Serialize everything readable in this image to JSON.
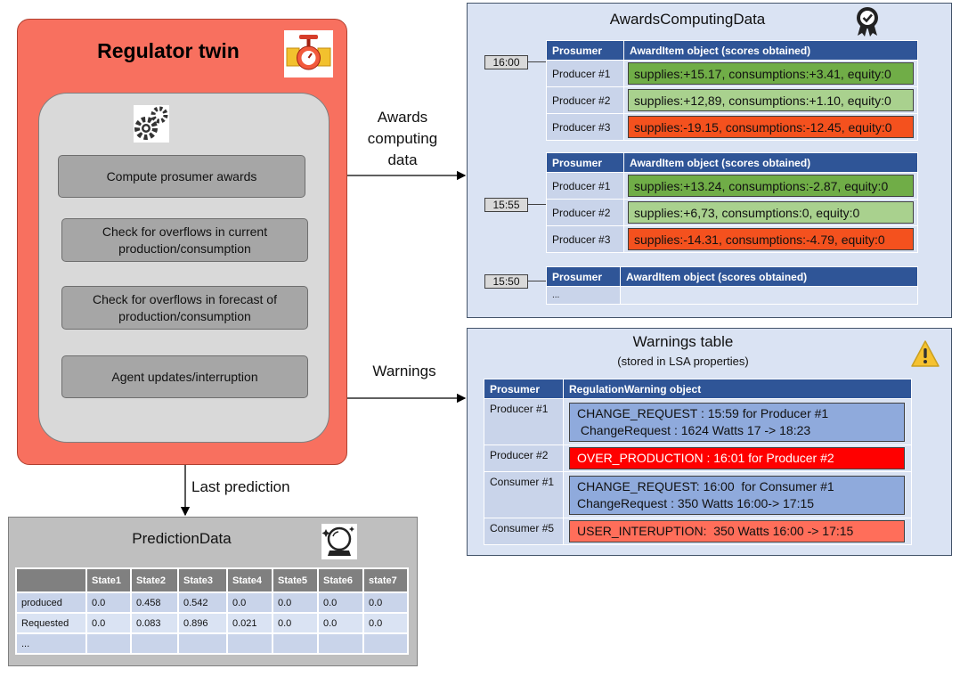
{
  "regulator": {
    "title": "Regulator twin",
    "tasks": [
      "Compute prosumer awards",
      "Check for overflows in current production/consumption",
      "Check for overflows in forecast of production/consumption",
      "Agent updates/interruption"
    ]
  },
  "connections": {
    "awards_label": "Awards computing data",
    "warnings_label": "Warnings",
    "prediction_label": "Last prediction"
  },
  "awards": {
    "title": "AwardsComputingData",
    "col_prosumer": "Prosumer",
    "col_award": "AwardItem object  (scores obtained)",
    "groups": [
      {
        "time": "16:00",
        "rows": [
          {
            "prosumer": "Producer #1",
            "value": "supplies:+15.17, consumptions:+3.41, equity:0",
            "color": "#70ad47"
          },
          {
            "prosumer": "Producer #2",
            "value": "supplies:+12,89, consumptions:+1.10, equity:0",
            "color": "#a9d18e"
          },
          {
            "prosumer": "Producer #3",
            "value": "supplies:-19.15, consumptions:-12.45, equity:0",
            "color": "#f4511e"
          }
        ]
      },
      {
        "time": "15:55",
        "rows": [
          {
            "prosumer": "Producer #1",
            "value": "supplies:+13.24, consumptions:-2.87, equity:0",
            "color": "#70ad47"
          },
          {
            "prosumer": "Producer #2",
            "value": "supplies:+6,73, consumptions:0, equity:0",
            "color": "#a9d18e"
          },
          {
            "prosumer": "Producer #3",
            "value": "supplies:-14.31, consumptions:-4.79, equity:0",
            "color": "#f4511e"
          }
        ]
      },
      {
        "time": "15:50",
        "rows": [
          {
            "prosumer": "...",
            "value": ""
          }
        ]
      }
    ]
  },
  "warnings": {
    "title": "Warnings table",
    "subtitle": "(stored in LSA properties)",
    "col_prosumer": "Prosumer",
    "col_warning": "RegulationWarning object",
    "rows": [
      {
        "prosumer": "Producer #1",
        "line1": "CHANGE_REQUEST : 15:59 for Producer #1",
        "line2": " ChangeRequest : 1624 Watts 17 -> 18:23",
        "color": "#8faadc"
      },
      {
        "prosumer": "Producer #2",
        "line1": "OVER_PRODUCTION : 16:01 for Producer #2",
        "line2": "",
        "color": "#ff0000"
      },
      {
        "prosumer": "Consumer #1",
        "line1": "CHANGE_REQUEST: 16:00  for Consumer #1",
        "line2": "ChangeRequest : 350 Watts 16:00-> 17:15",
        "color": "#8faadc"
      },
      {
        "prosumer": "Consumer #5",
        "line1": "USER_INTERUPTION:  350 Watts 16:00 -> 17:15",
        "line2": "",
        "color": "#ff6e5a"
      }
    ]
  },
  "prediction": {
    "title": "PredictionData",
    "headers": [
      "",
      "State1",
      "State2",
      "State3",
      "State4",
      "State5",
      "State6",
      "state7"
    ],
    "rows": [
      [
        "produced",
        "0.0",
        "0.458",
        "0.542",
        "0.0",
        "0.0",
        "0.0",
        "0.0"
      ],
      [
        "Requested",
        "0.0",
        "0.083",
        "0.896",
        "0.021",
        "0.0",
        "0.0",
        "0.0"
      ],
      [
        "...",
        "",
        "",
        "",
        "",
        "",
        "",
        ""
      ]
    ]
  }
}
